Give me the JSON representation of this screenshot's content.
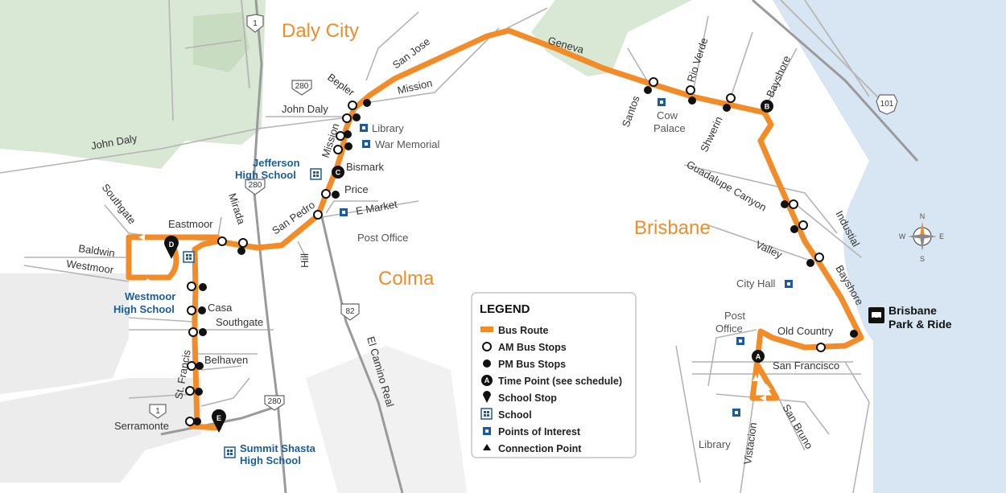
{
  "cities": {
    "daly_city": "Daly City",
    "colma": "Colma",
    "brisbane": "Brisbane"
  },
  "streets": {
    "john_daly_left": "John Daly",
    "john_daly": "John Daly",
    "san_jose": "San Jose",
    "bepler": "Bepler",
    "mission_upper": "Mission",
    "mission_lower": "Mission",
    "geneva": "Geneva",
    "santos": "Santos",
    "rio_verde": "Rio Verde",
    "shwerin": "Shwerin",
    "bayshore_upper": "Bayshore",
    "bayshore_lower": "Bayshore",
    "guadalupe_canyon": "Guadalupe Canyon",
    "industrial": "Industial",
    "valley": "Valley",
    "old_country": "Old Country",
    "san_francisco": "San Francisco",
    "vistacion": "Vistacion",
    "san_bruno": "San Bruno",
    "bismark": "Bismark",
    "price": "Price",
    "e_market": "E Market",
    "san_pedro": "San Pedro",
    "hill": "Hill",
    "mirada": "Mirada",
    "eastmoor": "Eastmoor",
    "southgate_upper": "Southgate",
    "southgate_lower": "Southgate",
    "baldwin": "Baldwin",
    "westmoor": "Westmoor",
    "casa": "Casa",
    "belhaven": "Belhaven",
    "st_francis": "St. Francis",
    "serramonte": "Serramonte",
    "el_camino_real": "El Camino Real"
  },
  "highways": {
    "hwy1_top": "1",
    "i280_top": "280",
    "i280_mid": "280",
    "i280_bottom": "280",
    "hwy82": "82",
    "hwy1_bottom": "1",
    "us101": "101"
  },
  "points_of_interest": {
    "library_north": "Library",
    "war_memorial": "War Memorial",
    "post_office_colma": "Post Office",
    "cow_palace_1": "Cow",
    "cow_palace_2": "Palace",
    "city_hall": "City Hall",
    "post_office_b_1": "Post",
    "post_office_b_2": "Office",
    "library_south": "Library"
  },
  "schools": {
    "jefferson_1": "Jefferson",
    "jefferson_2": "High School",
    "westmoor_1": "Westmoor",
    "westmoor_2": "High School",
    "summit_1": "Summit Shasta",
    "summit_2": "High School"
  },
  "time_points": {
    "a": "A",
    "b": "B",
    "c": "C",
    "d": "D",
    "e": "E"
  },
  "park_ride": {
    "line1": "Brisbane",
    "line2": "Park & Ride"
  },
  "compass": {
    "n": "N",
    "s": "S",
    "e": "E",
    "w": "W"
  },
  "legend": {
    "title": "LEGEND",
    "items": [
      {
        "label": "Bus Route",
        "symbol": "route"
      },
      {
        "label": "AM Bus Stops",
        "symbol": "open-circle"
      },
      {
        "label": "PM Bus Stops",
        "symbol": "filled-circle"
      },
      {
        "label": "Time Point (see schedule)",
        "symbol": "time-point"
      },
      {
        "label": "School Stop",
        "symbol": "pin"
      },
      {
        "label": "School",
        "symbol": "school"
      },
      {
        "label": "Points of Interest",
        "symbol": "poi"
      },
      {
        "label": "Connection Point",
        "symbol": "triangle"
      }
    ]
  },
  "colors": {
    "route": "#f28c28",
    "water": "#d7e6f2",
    "park": "#d9e8d4",
    "road": "#a9a9a9",
    "freeway": "#9a9a9a",
    "school_blue": "#1a5c9e",
    "city_label": "#f28c28"
  }
}
